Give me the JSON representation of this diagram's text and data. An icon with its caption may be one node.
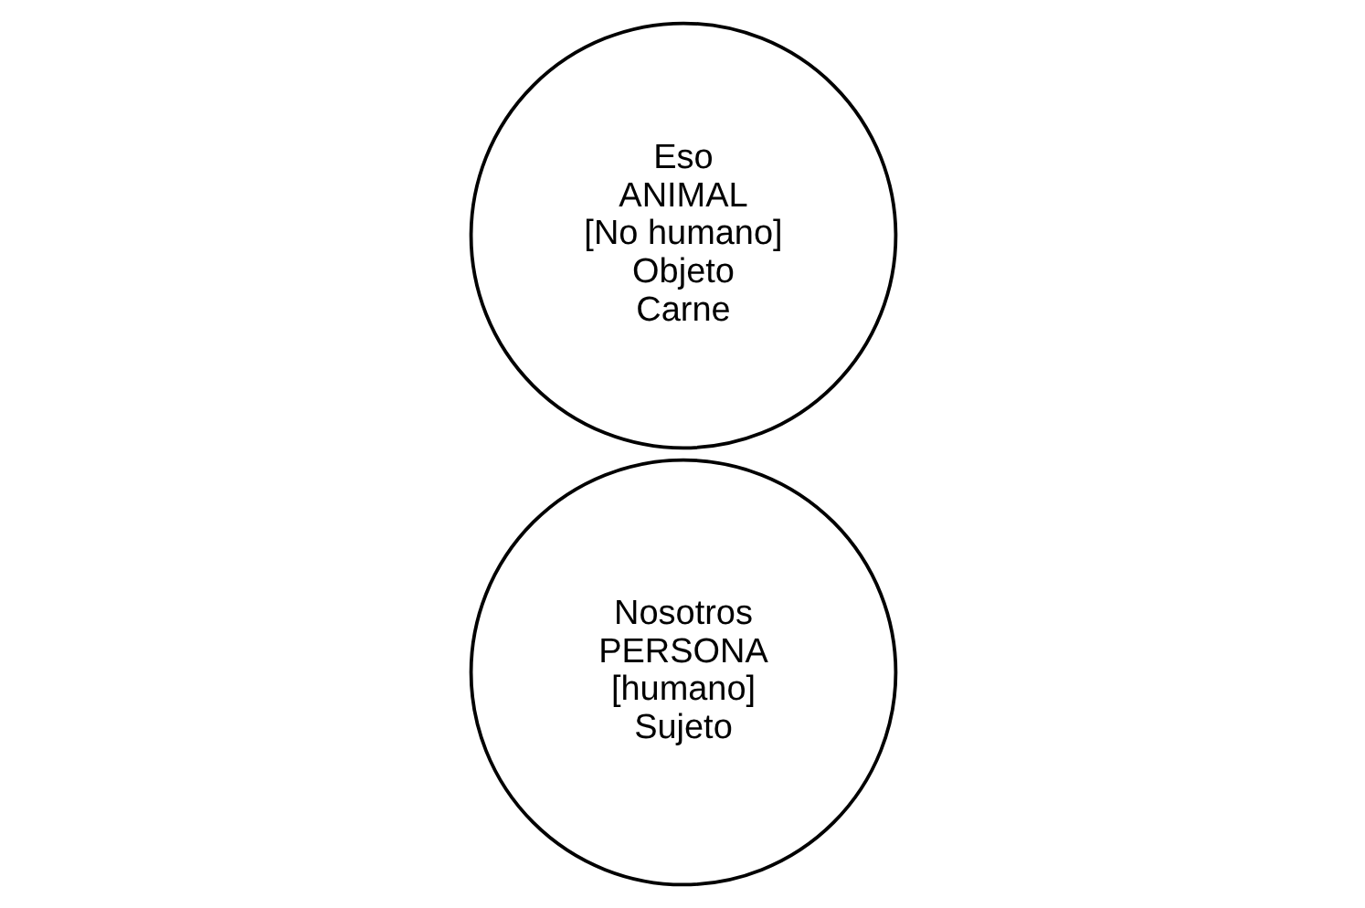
{
  "diagram": {
    "nodes": [
      {
        "text": [
          "Eso",
          "ANIMAL",
          "[No humano]",
          "Objeto",
          "Carne"
        ]
      },
      {
        "text": [
          "Nosotros",
          "PERSONA",
          "[humano]",
          "Sujeto"
        ]
      }
    ]
  }
}
